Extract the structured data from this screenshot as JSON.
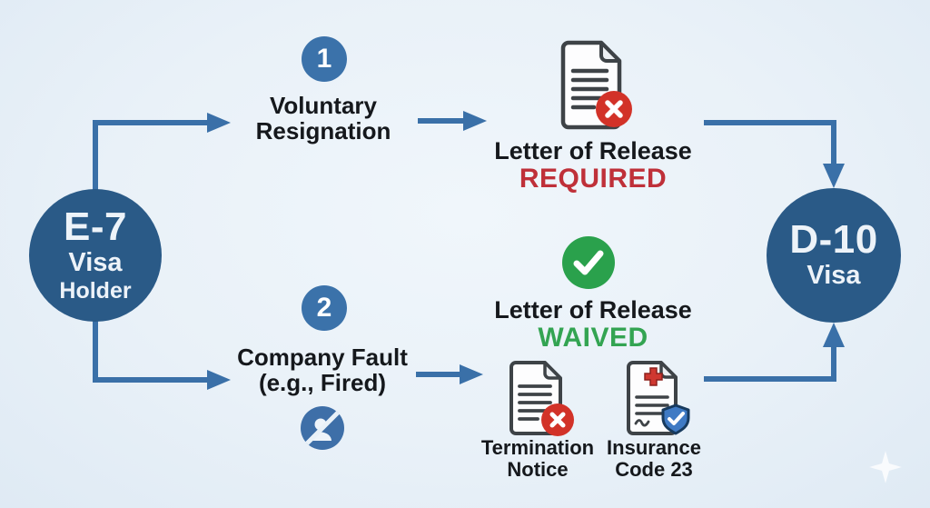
{
  "nodes": {
    "e7": {
      "code": "E-7",
      "line2": "Visa",
      "line3": "Holder"
    },
    "d10": {
      "code": "D-10",
      "line2": "Visa"
    }
  },
  "paths": {
    "voluntary": {
      "badge": "1",
      "label_line1": "Voluntary",
      "label_line2": "Resignation",
      "result_title": "Letter of Release",
      "result_status": "REQUIRED"
    },
    "company_fault": {
      "badge": "2",
      "label_line1": "Company Fault",
      "label_line2": "(e.g., Fired)",
      "result_title": "Letter of Release",
      "result_status": "WAIVED",
      "documents": [
        {
          "line1": "Termination",
          "line2": "Notice"
        },
        {
          "line1": "Insurance",
          "line2": "Code 23"
        }
      ]
    }
  },
  "icons": {
    "path1_result": "document-x-icon",
    "path2_result": "check-circle-icon",
    "path2_extra": "person-slash-icon",
    "document1_badge": "x-circle-icon",
    "document2_cross": "medical-cross-icon",
    "document2_badge": "shield-check-icon",
    "watermark": "sparkle-icon"
  },
  "colors": {
    "background": "#e9f1f8",
    "node_blue": "#2a5a87",
    "arrow_blue": "#3a70a8",
    "badge_blue": "#3b72aa",
    "text_dark": "#15181c",
    "required_red": "#bf3039",
    "x_badge_red": "#d23228",
    "waived_green": "#33a452",
    "check_green": "#2aa14c",
    "shield_blue": "#3f7ac4"
  }
}
